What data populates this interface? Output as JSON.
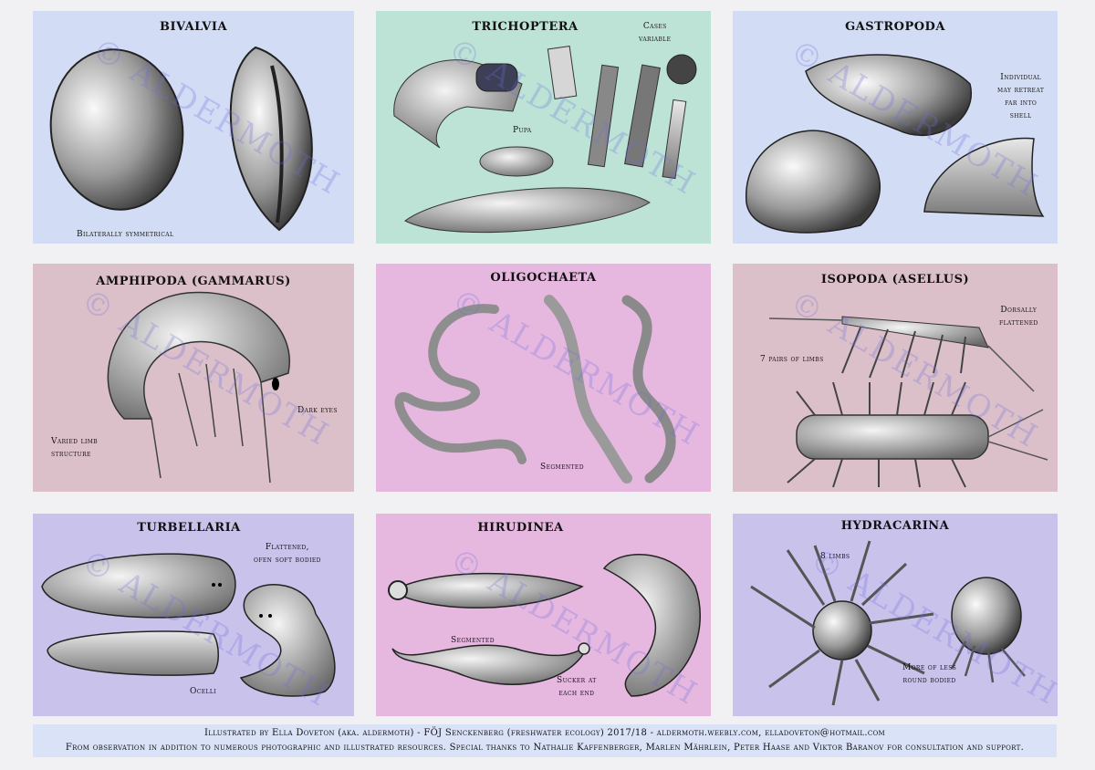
{
  "watermark": "© ALDERMOTH",
  "panels": {
    "bivalvia": {
      "title": "BIVALVIA",
      "labels": [
        "Bilaterally symmetrical"
      ]
    },
    "trichoptera": {
      "title": "TRICHOPTERA",
      "labels": [
        "Cases",
        "variable",
        "Pupa"
      ]
    },
    "gastropoda": {
      "title": "GASTROPODA",
      "labels": [
        "Individual",
        "may retreat",
        "far into",
        "shell"
      ]
    },
    "amphipoda": {
      "title": "AMPHIPODA (GAMMARUS)",
      "labels": [
        "Dark eyes",
        "Varied limb",
        "structure"
      ]
    },
    "oligochaeta": {
      "title": "OLIGOCHAETA",
      "labels": [
        "Segmented"
      ]
    },
    "isopoda": {
      "title": "ISOPODA (ASELLUS)",
      "labels": [
        "Dorsally",
        "flattened",
        "7 pairs of limbs"
      ]
    },
    "turbellaria": {
      "title": "TURBELLARIA",
      "labels": [
        "Flattened,",
        "ofen soft bodied",
        "Ocelli"
      ]
    },
    "hirudinea": {
      "title": "HIRUDINEA",
      "labels": [
        "Segmented",
        "Sucker at",
        "each end"
      ]
    },
    "hydracarina": {
      "title": "HYDRACARINA",
      "labels": [
        "8 limbs",
        "More of less",
        "round bodied"
      ]
    }
  },
  "footer": {
    "line1": "Illustrated by Ella Doveton (aka. aldermoth) - FÖJ Senckenberg (freshwater ecology) 2017/18 - aldermoth.weebly.com, elladoveton@hotmail.com",
    "line2": "From observation in addition to numerous photographic and illustrated resources. Special thanks to Nathalie Kaffenberger, Marlen Mährlein, Peter Haase and Viktor Baranov for consultation and support."
  },
  "colors": {
    "blue_panel": "#d2dcf4",
    "teal_panel": "#bde3d6",
    "rose_panel": "#dcc0c9",
    "pink_panel": "#e6b8e0",
    "lavender_panel": "#c9c3ec",
    "watermark": "#6e6edc"
  }
}
